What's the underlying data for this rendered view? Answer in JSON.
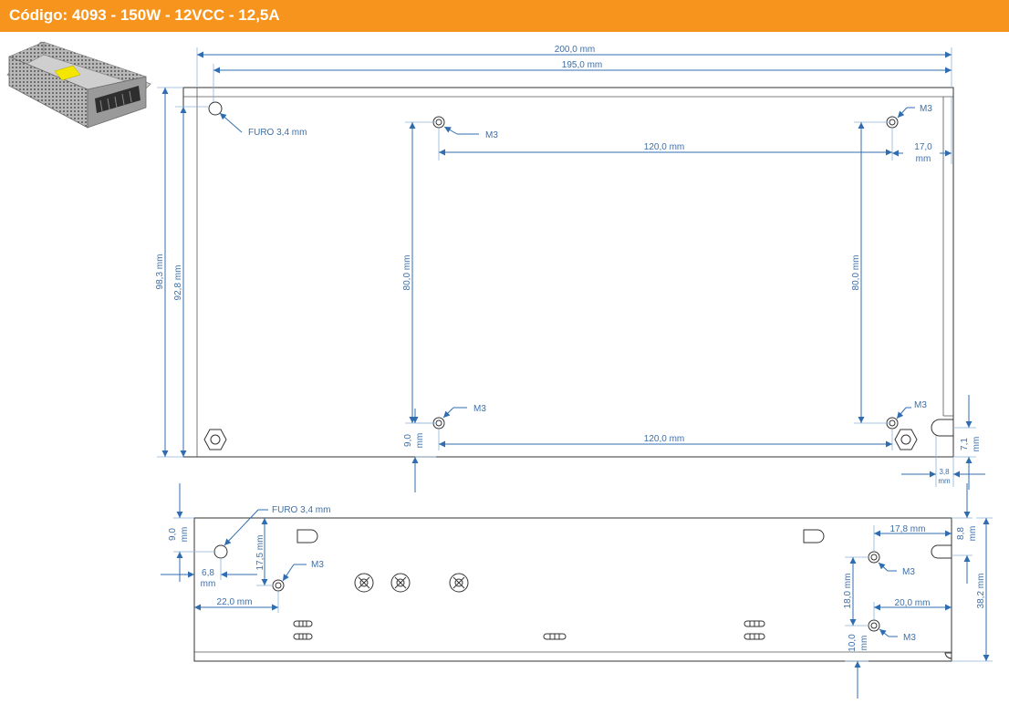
{
  "header": {
    "title": "Código: 4093 - 150W - 12VCC - 12,5A"
  },
  "colors": {
    "header_bg": "#f7941d",
    "dimension": "#2f6db0",
    "dimension_text": "#3d6fa8",
    "outline": "#333333"
  },
  "photo": {
    "icon": "power-supply-photo",
    "label": ""
  },
  "top_view": {
    "dim_200": "200,0 mm",
    "dim_195": "195,0 mm",
    "dim_98_3": "98,3 mm",
    "dim_92_8": "92,8 mm",
    "dim_80_left": "80,0 mm",
    "dim_80_right": "80,0 mm",
    "dim_120_top": "120,0 mm",
    "dim_120_bottom": "120,0 mm",
    "dim_17_line1": "17,0",
    "dim_17_line2": "mm",
    "dim_9_line1": "9,0",
    "dim_9_line2": "mm",
    "dim_7_1_line1": "7,1",
    "dim_7_1_line2": "mm",
    "dim_3_8_line1": "3,8",
    "dim_3_8_line2": "mm",
    "furo": "FURO 3,4 mm",
    "m3_top_left": "M3",
    "m3_top_right": "M3",
    "m3_bottom_left": "M3",
    "m3_bottom_right": "M3"
  },
  "side_view": {
    "furo": "FURO 3,4 mm",
    "dim_9_line1": "9,0",
    "dim_9_line2": "mm",
    "dim_17_5": "17,5 mm",
    "dim_6_8_line1": "6,8",
    "dim_6_8_line2": "mm",
    "dim_22": "22,0 mm",
    "m3_left": "M3",
    "dim_17_8": "17,8 mm",
    "dim_8_8_line1": "8,8",
    "dim_8_8_line2": "mm",
    "m3_right_top": "M3",
    "dim_38_2": "38,2 mm",
    "dim_18": "18,0 mm",
    "dim_20": "20,0 mm",
    "dim_10_line1": "10,0",
    "dim_10_line2": "mm",
    "m3_right_bottom": "M3"
  }
}
